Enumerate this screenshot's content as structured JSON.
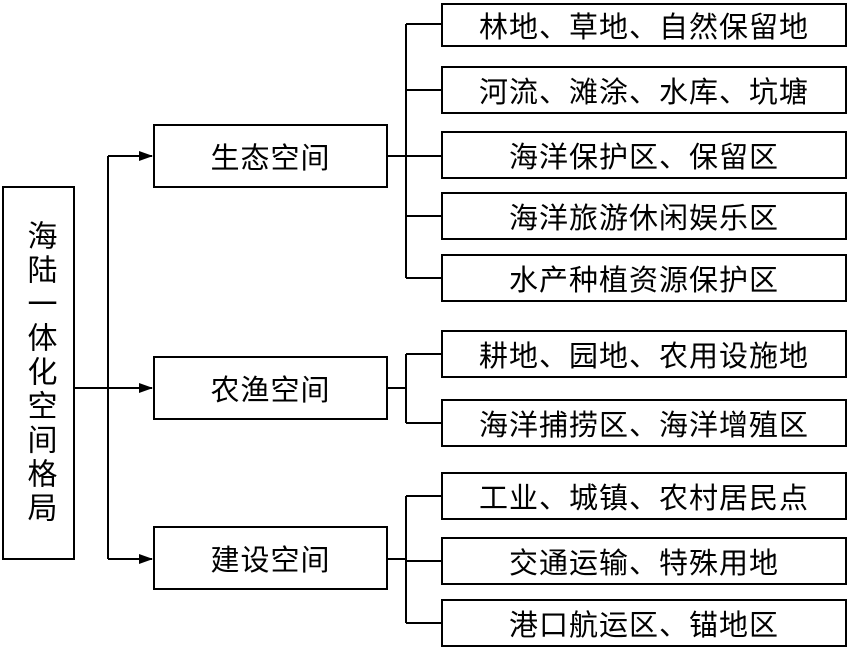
{
  "root": "海陆一体化空间格局",
  "categories": [
    {
      "label": "生态空间",
      "items": [
        "林地、草地、自然保留地",
        "河流、滩涂、水库、坑塘",
        "海洋保护区、保留区",
        "海洋旅游休闲娱乐区",
        "水产种植资源保护区"
      ]
    },
    {
      "label": "农渔空间",
      "items": [
        "耕地、园地、农用设施地",
        "海洋捕捞区、海洋增殖区"
      ]
    },
    {
      "label": "建设空间",
      "items": [
        "工业、城镇、农村居民点",
        "交通运输、特殊用地",
        "港口航运区、锚地区"
      ]
    }
  ]
}
